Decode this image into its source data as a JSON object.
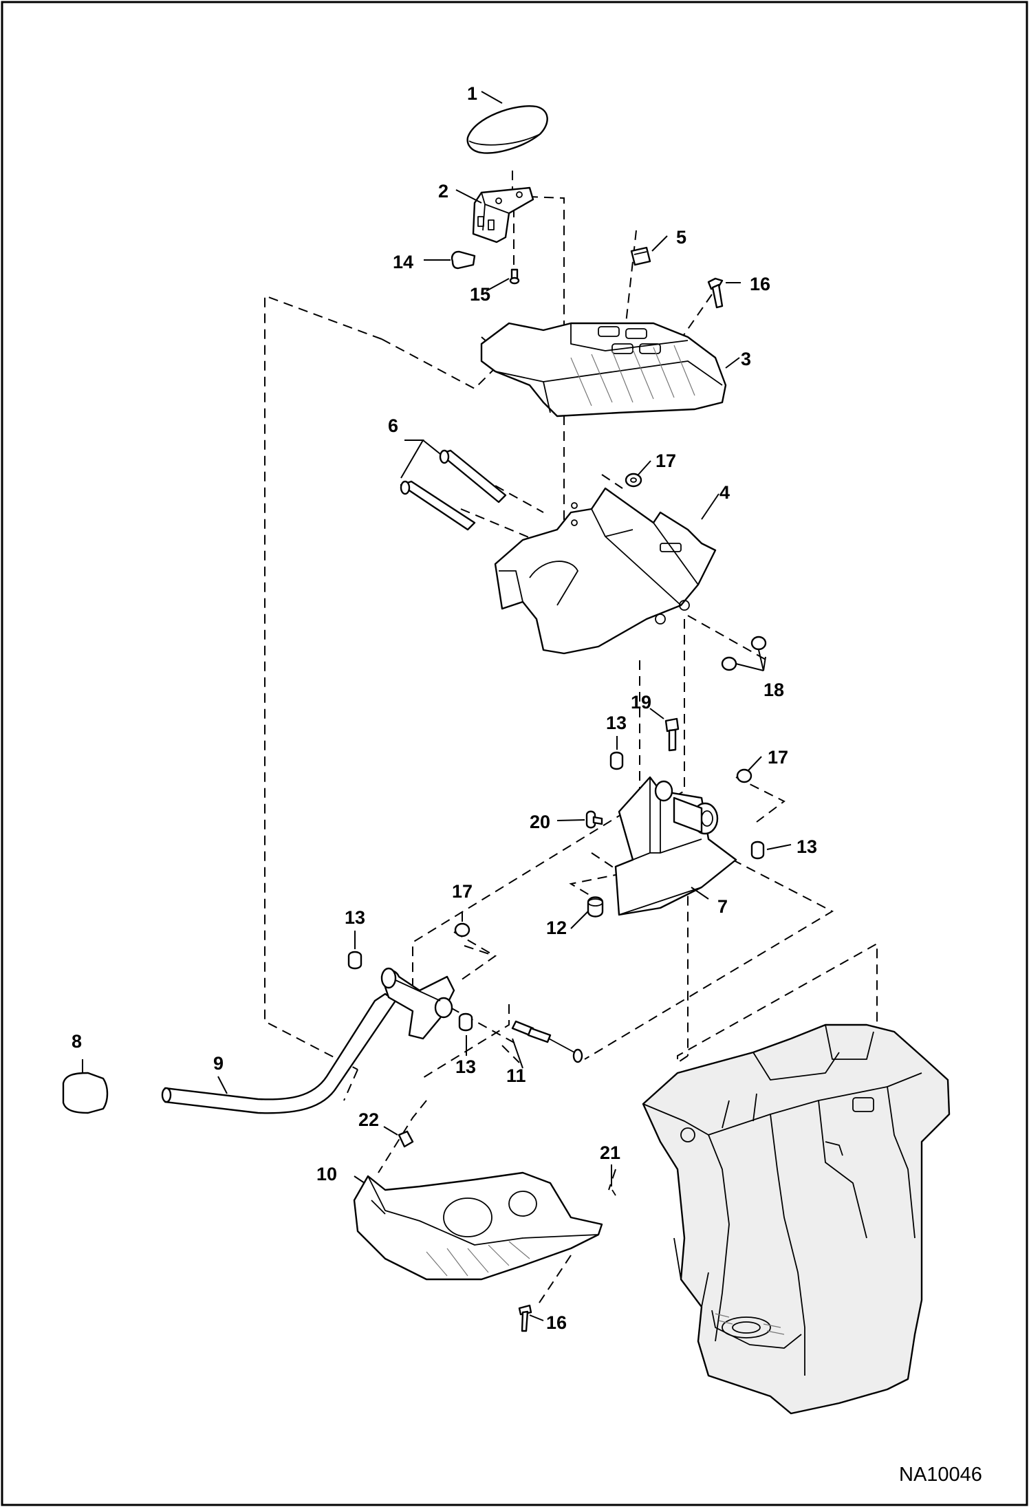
{
  "drawing_id": "NA10046",
  "callouts": {
    "c1": "1",
    "c2": "2",
    "c3": "3",
    "c4": "4",
    "c5": "5",
    "c6": "6",
    "c7": "7",
    "c8": "8",
    "c9": "9",
    "c10": "10",
    "c11": "11",
    "c12": "12",
    "c13a": "13",
    "c13b": "13",
    "c13c": "13",
    "c13d": "13",
    "c14": "14",
    "c15": "15",
    "c16a": "16",
    "c16b": "16",
    "c17a": "17",
    "c17b": "17",
    "c17c": "17",
    "c18": "18",
    "c19": "19",
    "c20": "20",
    "c21": "21",
    "c22": "22"
  }
}
